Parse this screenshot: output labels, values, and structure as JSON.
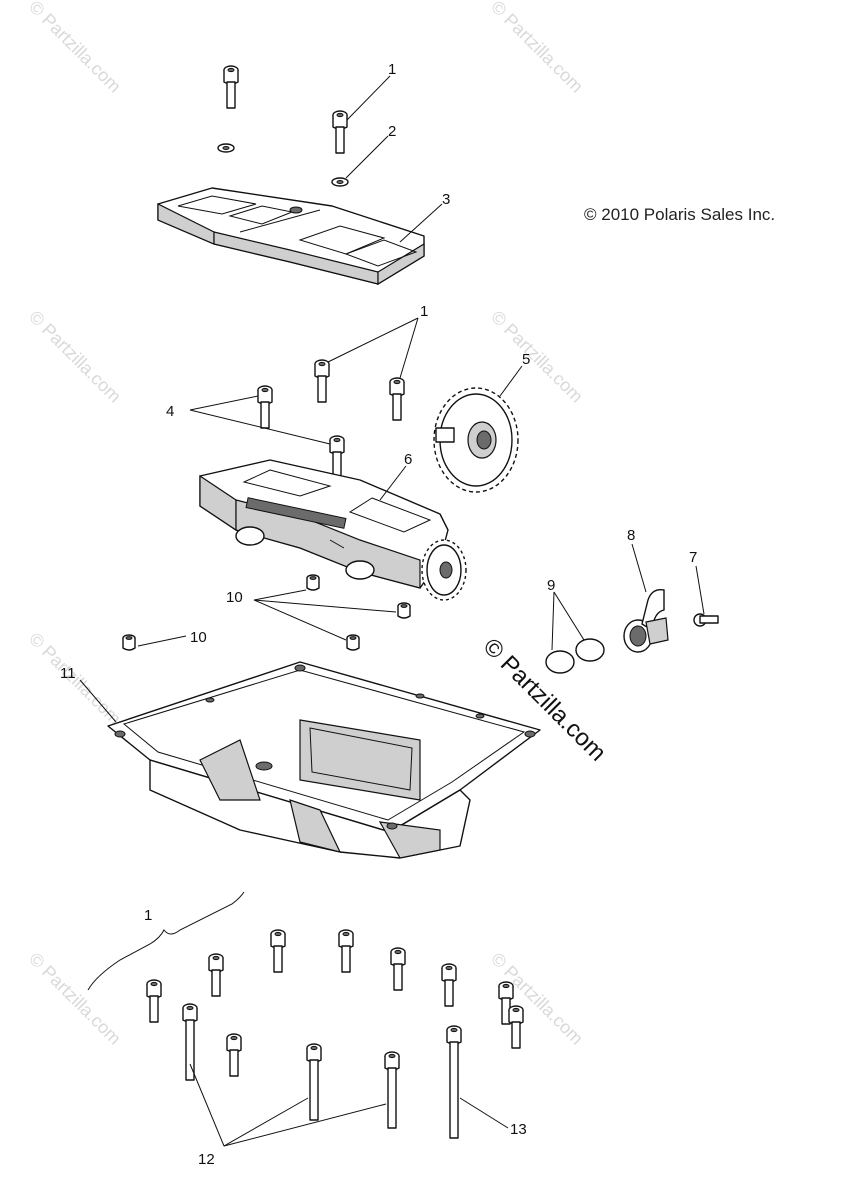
{
  "copyright": "© 2010 Polaris Sales Inc.",
  "watermark": "© Partzilla.com",
  "callouts": {
    "c1_top": "1",
    "c2": "2",
    "c3": "3",
    "c1_mid": "1",
    "c4": "4",
    "c5": "5",
    "c6": "6",
    "c7": "7",
    "c8": "8",
    "c9": "9",
    "c10_a": "10",
    "c10_b": "10",
    "c11": "11",
    "c1_bottom": "1",
    "c12": "12",
    "c13": "13"
  }
}
